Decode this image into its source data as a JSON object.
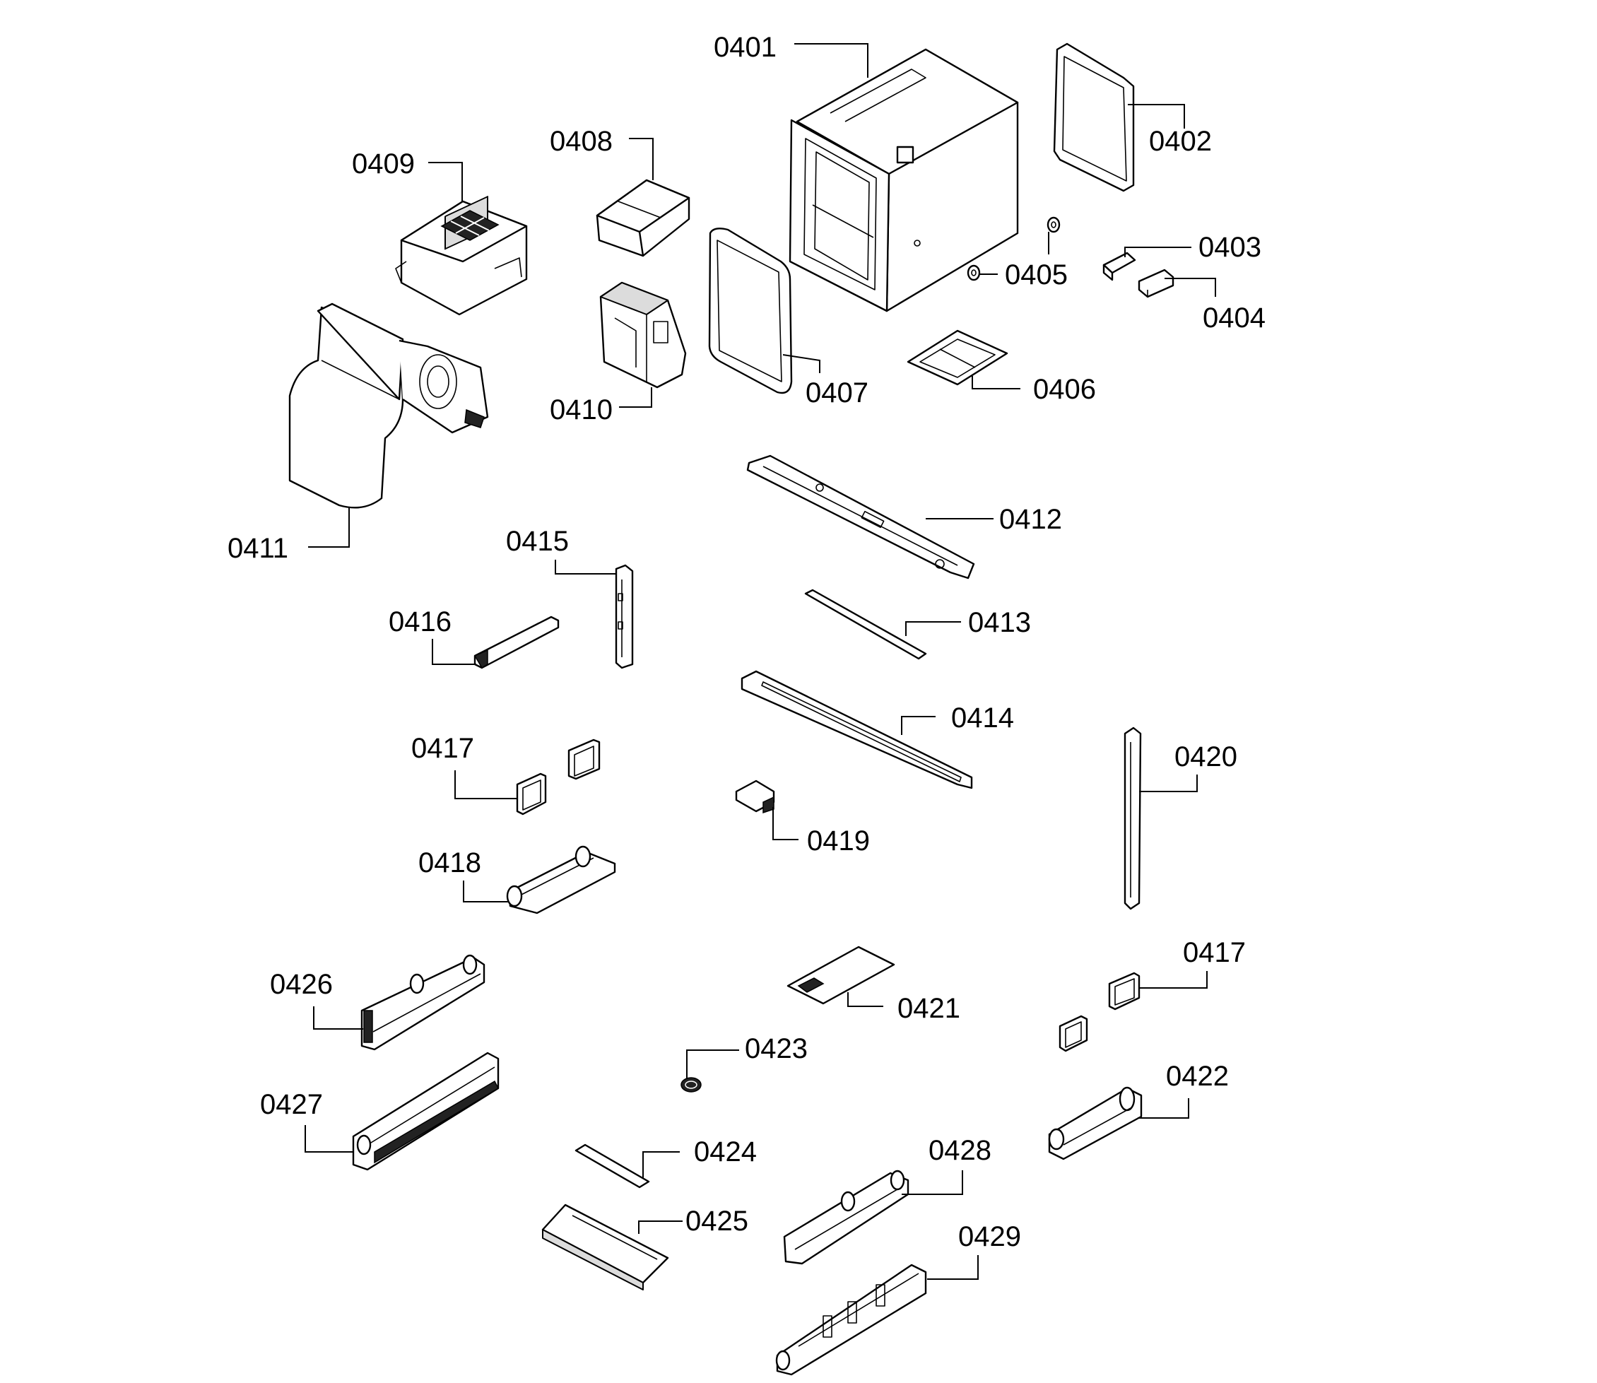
{
  "labels": {
    "p0401": "0401",
    "p0402": "0402",
    "p0403": "0403",
    "p0404": "0404",
    "p0405": "0405",
    "p0406": "0406",
    "p0407": "0407",
    "p0408": "0408",
    "p0409": "0409",
    "p0410": "0410",
    "p0411": "0411",
    "p0412": "0412",
    "p0413": "0413",
    "p0414": "0414",
    "p0415": "0415",
    "p0416": "0416",
    "p0417a": "0417",
    "p0417b": "0417",
    "p0418": "0418",
    "p0419": "0419",
    "p0420": "0420",
    "p0421": "0421",
    "p0422": "0422",
    "p0423": "0423",
    "p0424": "0424",
    "p0425": "0425",
    "p0426": "0426",
    "p0427": "0427",
    "p0428": "0428",
    "p0429": "0429"
  }
}
